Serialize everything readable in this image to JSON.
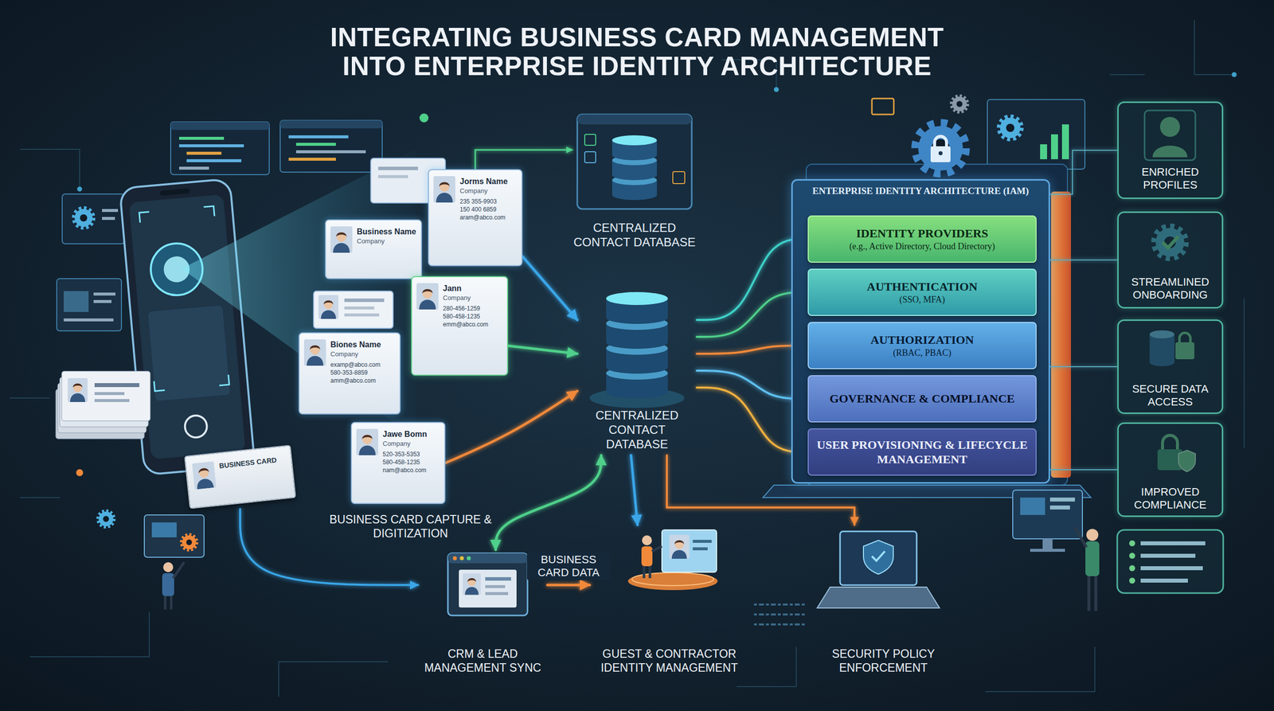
{
  "diagram": {
    "title": "INTEGRATING BUSINESS CARD MANAGEMENT INTO ENTERPRISE IDENTITY ARCHITECTURE",
    "nodes": [
      {
        "text": [
          "Business Name",
          "Company"
        ]
      },
      {
        "text": [
          "Jorms Name",
          "Company",
          "235 355-9903",
          "150 400 6859",
          "aram@abco.com"
        ]
      },
      {
        "text": [
          "Jann",
          "Company",
          "280-456-1259",
          "580-458-1235",
          "emm@abco.com"
        ]
      },
      {
        "text": [
          "Biones Name",
          "Company",
          "examp@abco.com",
          "580-353-8859",
          "amm@abco.com"
        ]
      },
      {
        "text": [
          "Jawe Bomn",
          "Company",
          "520-353-5353",
          "580-458-1235",
          "nam@abco.com"
        ]
      },
      {
        "text": [
          "BUSINESS CARD"
        ]
      },
      {
        "text": [
          "CENTRALIZED CONTACT DATABASE"
        ]
      },
      {
        "text": [
          "CENTRALIZED CONTACT DATABASE"
        ]
      },
      {
        "text": [
          "ENTERPRISE IDENTITY ARCHITECTURE (IAM)"
        ]
      },
      {
        "text": [
          "IDENTITY PROVIDERS",
          "(e.g., Active Directory, Cloud Directory)"
        ],
        "in": 8
      },
      {
        "text": [
          "AUTHENTICATION",
          "(SSO, MFA)"
        ],
        "in": 8
      },
      {
        "text": [
          "AUTHORIZATION",
          "(RBAC, PBAC)"
        ],
        "in": 8
      },
      {
        "text": [
          "GOVERNANCE & COMPLIANCE"
        ],
        "in": 8
      },
      {
        "text": [
          "USER PROVISIONING & LIFECYCLE MANAGEMENT"
        ],
        "in": 8
      },
      {
        "text": [
          "ENRICHED PROFILES"
        ]
      },
      {
        "text": [
          "STREAMLINED ONBOARDING"
        ]
      },
      {
        "text": [
          "SECURE DATA ACCESS"
        ]
      },
      {
        "text": [
          "IMPROVED COMPLIANCE"
        ]
      },
      {
        "text": [
          "CRM & LEAD MANAGEMENT SYNC"
        ]
      },
      {
        "text": [
          "GUEST & CONTRACTOR IDENTITY MANAGEMENT"
        ]
      },
      {
        "text": [
          "SECURITY POLICY ENFORCEMENT"
        ]
      }
    ],
    "edges": [
      {
        "from": 1,
        "to": 6,
        "arrow": "to"
      },
      {
        "from": 1,
        "to": 7,
        "arrow": "to"
      },
      {
        "from": 2,
        "to": 7,
        "arrow": "to"
      },
      {
        "from": 4,
        "to": 7,
        "arrow": "to"
      },
      {
        "from": 7,
        "to": 9,
        "arrow": "to"
      },
      {
        "from": 7,
        "to": 10,
        "arrow": "to"
      },
      {
        "from": 7,
        "to": 11,
        "arrow": "to"
      },
      {
        "from": 7,
        "to": 12,
        "arrow": "to"
      },
      {
        "from": 7,
        "to": 13,
        "arrow": "to"
      },
      {
        "from": 7,
        "to": 18,
        "arrow": "both"
      },
      {
        "from": 7,
        "to": 19,
        "arrow": "to"
      },
      {
        "from": 7,
        "to": 20,
        "arrow": "to"
      },
      {
        "from": 5,
        "to": 18,
        "arrow": "to"
      },
      {
        "from": 18,
        "to": 19,
        "arrow": "to",
        "label": "BUSINESS CARD DATA"
      },
      {
        "from": 8,
        "to": 14,
        "arrow": "none"
      },
      {
        "from": 8,
        "to": 15,
        "arrow": "none"
      },
      {
        "from": 8,
        "to": 16,
        "arrow": "none"
      },
      {
        "from": 8,
        "to": 17,
        "arrow": "none"
      }
    ],
    "labels": [
      "BUSINESS CARD CAPTURE & DIGITIZATION"
    ]
  }
}
